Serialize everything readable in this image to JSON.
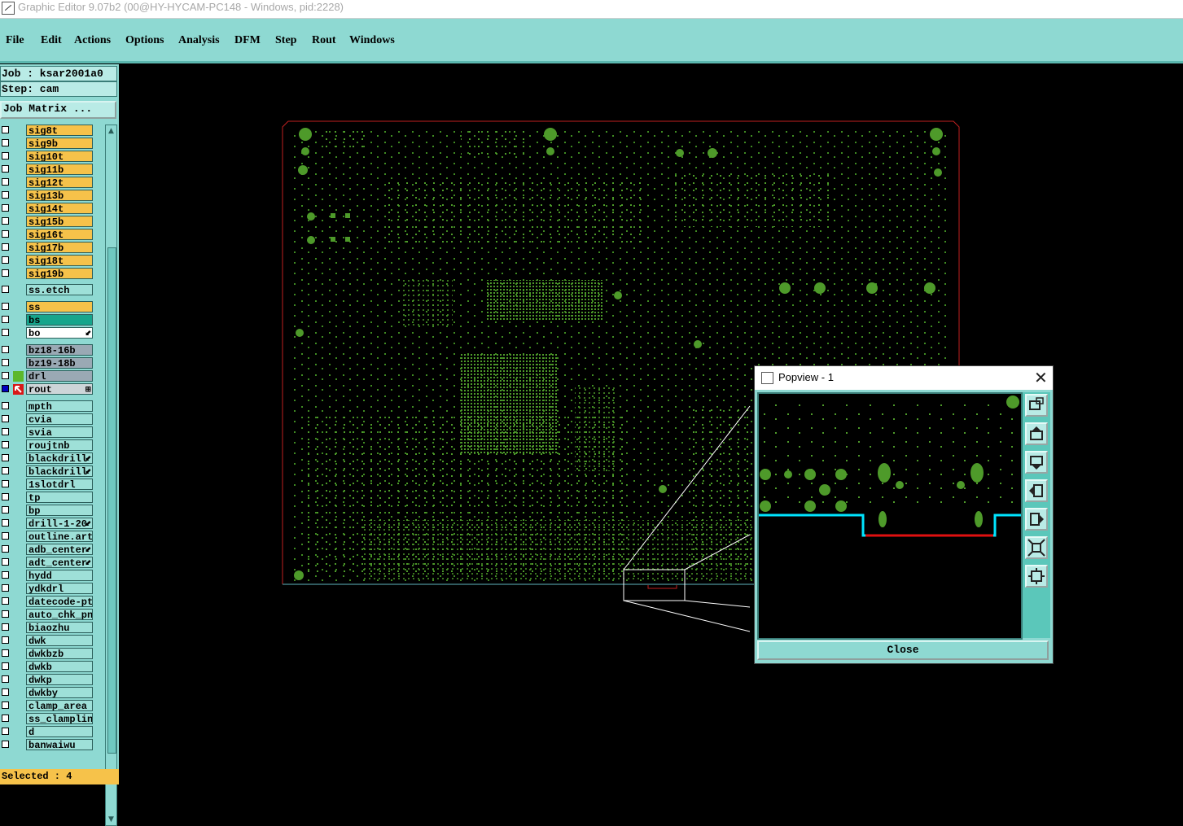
{
  "titlebar": {
    "title": "Graphic Editor 9.07b2 (00@HY-HYCAM-PC148 - Windows, pid:2228)",
    "app_icon": "app-icon"
  },
  "menu": [
    "File",
    "Edit",
    "Actions",
    "Options",
    "Analysis",
    "DFM",
    "Step",
    "Rout",
    "Windows"
  ],
  "job": {
    "job_label": "Job : ksar2001a0",
    "step_label": "Step: cam",
    "job_matrix_button": "Job Matrix ..."
  },
  "colors": {
    "signal": "#f6c24a",
    "etch": "#9ee0d8",
    "bs": "#16a58c",
    "bo": "#ffffff",
    "gray": "#9aa9b4",
    "drl_mark": "#5cb82c",
    "rout": "#cdd5d8",
    "misc": "#9ee0d8",
    "selected": "#f6c24a",
    "board_feature": "#4e9a2a",
    "profile": "#c02020",
    "highlight": "#00e5ff"
  },
  "layers": [
    {
      "name": "sig8t",
      "kind": "signal",
      "checked": false,
      "mark": "",
      "suffix": ""
    },
    {
      "name": "sig9b",
      "kind": "signal",
      "checked": false,
      "mark": "",
      "suffix": ""
    },
    {
      "name": "sig10t",
      "kind": "signal",
      "checked": false,
      "mark": "",
      "suffix": ""
    },
    {
      "name": "sig11b",
      "kind": "signal",
      "checked": false,
      "mark": "",
      "suffix": ""
    },
    {
      "name": "sig12t",
      "kind": "signal",
      "checked": false,
      "mark": "",
      "suffix": ""
    },
    {
      "name": "sig13b",
      "kind": "signal",
      "checked": false,
      "mark": "",
      "suffix": ""
    },
    {
      "name": "sig14t",
      "kind": "signal",
      "checked": false,
      "mark": "",
      "suffix": ""
    },
    {
      "name": "sig15b",
      "kind": "signal",
      "checked": false,
      "mark": "",
      "suffix": ""
    },
    {
      "name": "sig16t",
      "kind": "signal",
      "checked": false,
      "mark": "",
      "suffix": ""
    },
    {
      "name": "sig17b",
      "kind": "signal",
      "checked": false,
      "mark": "",
      "suffix": ""
    },
    {
      "name": "sig18t",
      "kind": "signal",
      "checked": false,
      "mark": "",
      "suffix": ""
    },
    {
      "name": "sig19b",
      "kind": "signal",
      "checked": false,
      "mark": "",
      "suffix": ""
    },
    {
      "name": "ss.etch",
      "kind": "etch",
      "checked": false,
      "mark": "",
      "suffix": ""
    },
    {
      "name": "ss",
      "kind": "signal",
      "checked": false,
      "mark": "",
      "suffix": ""
    },
    {
      "name": "bs",
      "kind": "bs",
      "checked": false,
      "mark": "",
      "suffix": ""
    },
    {
      "name": "bo",
      "kind": "bo",
      "checked": false,
      "mark": "",
      "suffix": "⬋"
    },
    {
      "name": "bz18-16b",
      "kind": "gray",
      "checked": false,
      "mark": "",
      "suffix": ""
    },
    {
      "name": "bz19-18b",
      "kind": "gray",
      "checked": false,
      "mark": "",
      "suffix": ""
    },
    {
      "name": "drl",
      "kind": "gray",
      "checked": false,
      "mark": "green",
      "suffix": ""
    },
    {
      "name": "rout",
      "kind": "rout",
      "checked": true,
      "mark": "arrow",
      "suffix": "⊞"
    },
    {
      "name": "mpth",
      "kind": "misc",
      "checked": false,
      "mark": "",
      "suffix": ""
    },
    {
      "name": "cvia",
      "kind": "misc",
      "checked": false,
      "mark": "",
      "suffix": ""
    },
    {
      "name": "svia",
      "kind": "misc",
      "checked": false,
      "mark": "",
      "suffix": ""
    },
    {
      "name": "roujtnb",
      "kind": "misc",
      "checked": false,
      "mark": "",
      "suffix": ""
    },
    {
      "name": "blackdrill",
      "kind": "misc",
      "checked": false,
      "mark": "",
      "suffix": "⬋"
    },
    {
      "name": "blackdrill",
      "kind": "misc",
      "checked": false,
      "mark": "",
      "suffix": "⬋"
    },
    {
      "name": "1slotdrl",
      "kind": "misc",
      "checked": false,
      "mark": "",
      "suffix": ""
    },
    {
      "name": "tp",
      "kind": "misc",
      "checked": false,
      "mark": "",
      "suffix": ""
    },
    {
      "name": "bp",
      "kind": "misc",
      "checked": false,
      "mark": "",
      "suffix": ""
    },
    {
      "name": "drill-1-20",
      "kind": "misc",
      "checked": false,
      "mark": "",
      "suffix": "⬋"
    },
    {
      "name": "outline.art",
      "kind": "misc",
      "checked": false,
      "mark": "",
      "suffix": ""
    },
    {
      "name": "adb_center",
      "kind": "misc",
      "checked": false,
      "mark": "",
      "suffix": "⬋"
    },
    {
      "name": "adt_center",
      "kind": "misc",
      "checked": false,
      "mark": "",
      "suffix": "⬋"
    },
    {
      "name": "hydd",
      "kind": "misc",
      "checked": false,
      "mark": "",
      "suffix": ""
    },
    {
      "name": "ydkdrl",
      "kind": "misc",
      "checked": false,
      "mark": "",
      "suffix": ""
    },
    {
      "name": "datecode-pt",
      "kind": "misc",
      "checked": false,
      "mark": "",
      "suffix": ""
    },
    {
      "name": "auto_chk_pn",
      "kind": "misc",
      "checked": false,
      "mark": "",
      "suffix": ""
    },
    {
      "name": "biaozhu",
      "kind": "misc",
      "checked": false,
      "mark": "",
      "suffix": ""
    },
    {
      "name": "dwk",
      "kind": "misc",
      "checked": false,
      "mark": "",
      "suffix": ""
    },
    {
      "name": "dwkbzb",
      "kind": "misc",
      "checked": false,
      "mark": "",
      "suffix": ""
    },
    {
      "name": "dwkb",
      "kind": "misc",
      "checked": false,
      "mark": "",
      "suffix": ""
    },
    {
      "name": "dwkp",
      "kind": "misc",
      "checked": false,
      "mark": "",
      "suffix": ""
    },
    {
      "name": "dwkby",
      "kind": "misc",
      "checked": false,
      "mark": "",
      "suffix": ""
    },
    {
      "name": "clamp_area",
      "kind": "misc",
      "checked": false,
      "mark": "",
      "suffix": ""
    },
    {
      "name": "ss_clampline",
      "kind": "misc",
      "checked": false,
      "mark": "",
      "suffix": ""
    },
    {
      "name": "d",
      "kind": "misc",
      "checked": false,
      "mark": "",
      "suffix": ""
    },
    {
      "name": "banwaiwu",
      "kind": "misc",
      "checked": false,
      "mark": "",
      "suffix": ""
    }
  ],
  "status": {
    "selected": "Selected : 4"
  },
  "popview": {
    "title": "Popview - 1",
    "close_x": "✕",
    "close_button": "Close",
    "tools": [
      "zoom-window-icon",
      "pan-up-icon",
      "pan-down-icon",
      "pan-left-icon",
      "pan-right-icon",
      "zoom-in-icon",
      "zoom-out-icon"
    ]
  },
  "icons": {
    "scroll_up": "▲",
    "scroll_down": "▼"
  }
}
